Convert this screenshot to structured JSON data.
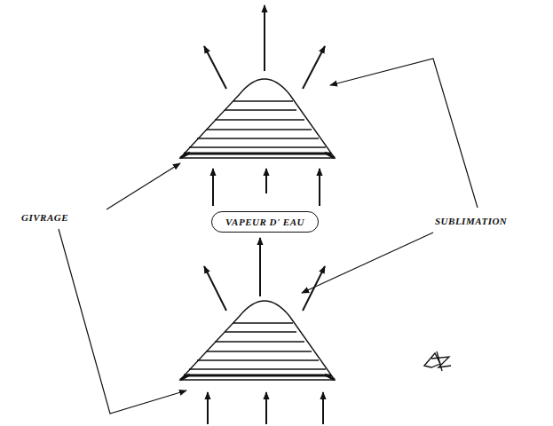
{
  "diagram": {
    "nodes": [
      {
        "text": [
          "VAPEUR D' EAU"
        ]
      }
    ],
    "labels": [
      "GIVRAGE",
      "SUBLIMATION"
    ]
  }
}
